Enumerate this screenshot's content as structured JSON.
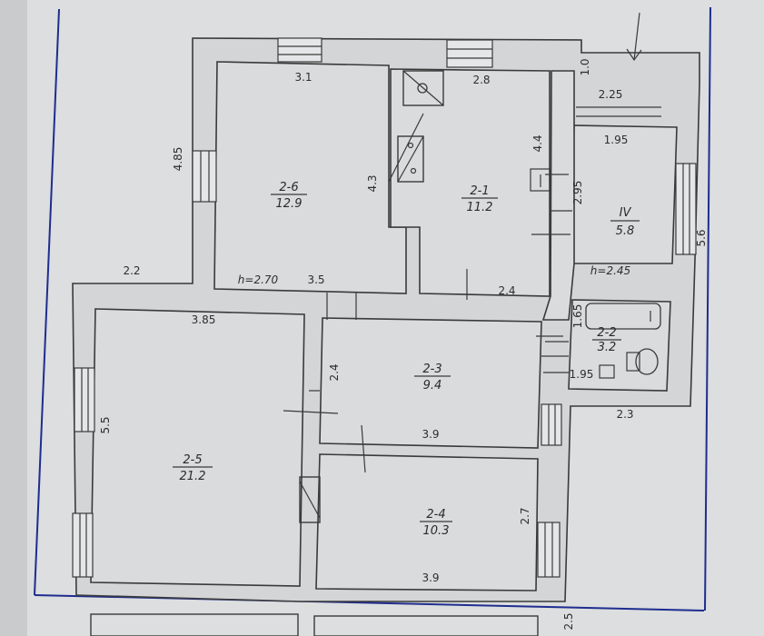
{
  "rooms": [
    {
      "number": "2-6",
      "area": "12.9"
    },
    {
      "number": "2-1",
      "area": "11.2"
    },
    {
      "number": "IV",
      "area": "5.8"
    },
    {
      "number": "2-2",
      "area": "3.2"
    },
    {
      "number": "2-3",
      "area": "9.4"
    },
    {
      "number": "2-5",
      "area": "21.2"
    },
    {
      "number": "2-4",
      "area": "10.3"
    }
  ],
  "dimensions": {
    "d_3_1": "3.1",
    "d_2_8": "2.8",
    "d_1_0": "1.0",
    "d_2_25": "2.25",
    "d_1_95_top": "1.95",
    "d_4_85": "4.85",
    "d_4_3": "4.3",
    "d_4_4": "4.4",
    "d_2_95": "2.95",
    "d_5_6": "5.6",
    "d_2_2": "2.2",
    "d_3_5": "3.5",
    "d_2_4_top": "2.4",
    "d_1_65": "1.65",
    "d_3_85": "3.85",
    "d_2_4_side": "2.4",
    "d_1_95_bath": "1.95",
    "d_2_3": "2.3",
    "d_5_5": "5.5",
    "d_3_9_mid": "3.9",
    "d_2_7": "2.7",
    "d_3_9_bottom": "3.9",
    "d_2_5": "2.5"
  },
  "heights": {
    "h1": "h=2.70",
    "h2": "h=2.45"
  }
}
